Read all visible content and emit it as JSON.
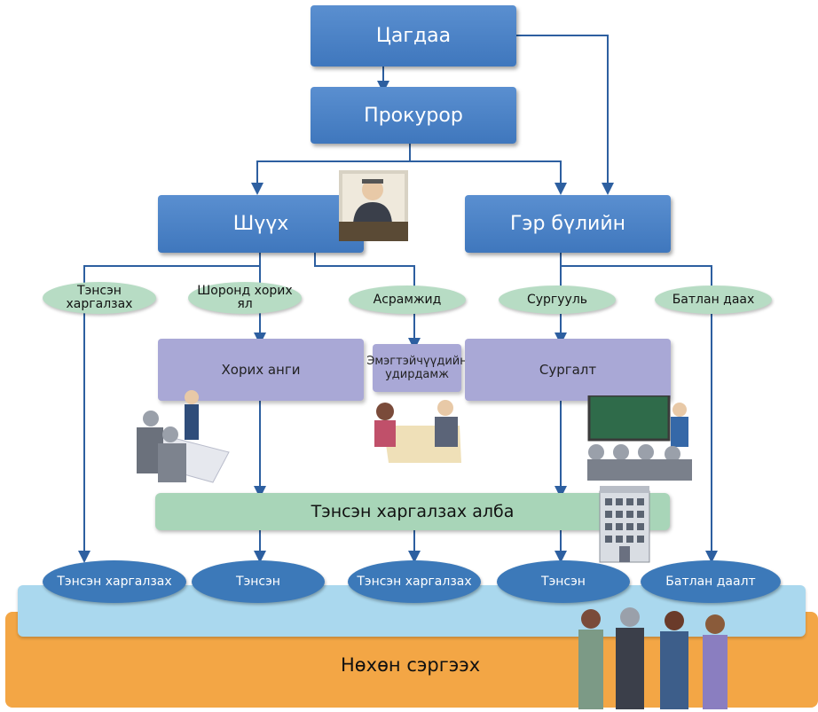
{
  "nodes": {
    "police": "Цагдаа",
    "prosecutor": "Прокурор",
    "court": "Шүүх",
    "family": "Гэр бүлийн"
  },
  "branches": {
    "probation_supervision": "Тэнсэн харгалзах",
    "imprisonment": "Шоронд хорих ял",
    "guardian": "Асрамжид",
    "school": "Сургууль",
    "guarantee": "Батлан даах"
  },
  "middle": {
    "prison": "Хорих анги",
    "womens_guidance": "Эмэгтэйчүүдийн удирдамж",
    "training": "Сургалт"
  },
  "service": "Тэнсэн харгалзах алба",
  "outcomes": [
    "Тэнсэн харгалзах",
    "Тэнсэн",
    "Тэнсэн харгалзах",
    "Тэнсэн",
    "Батлан даалт"
  ],
  "bottom": "Нөхөн сэргээх",
  "colors": {
    "arrow": "#2d5fa0",
    "blue_box": "#4a82c6",
    "purple_box": "#a9a8d6",
    "green_ellipse": "#b7dcc4",
    "blue_ellipse": "#3c79b9",
    "light_blue_band": "#aad8ee",
    "orange_band": "#f3a645"
  },
  "illustrations": [
    "judge-icon",
    "prison-meeting-icon",
    "counseling-icon",
    "classroom-icon",
    "office-building-icon",
    "group-of-people-icon"
  ]
}
